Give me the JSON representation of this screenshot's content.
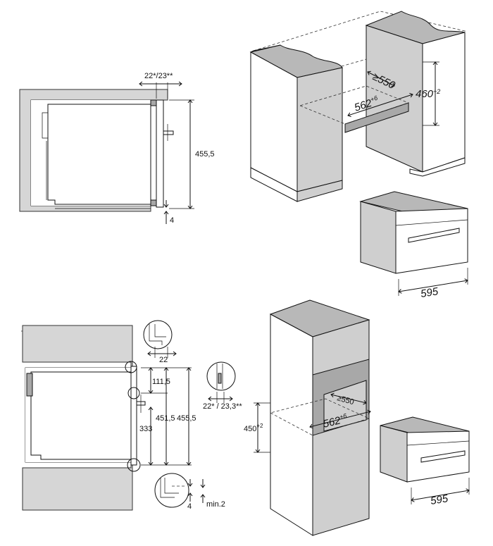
{
  "diagram_top_section": {
    "d1_label": "22*/23**",
    "d2_label": "455,5",
    "d3_label": "4"
  },
  "diagram_top_iso": {
    "depth_label": "≥550",
    "width_label": "562",
    "width_tol": "+6",
    "height_label": "460",
    "height_tol": "+2",
    "appliance_width": "595"
  },
  "diagram_bottom_section": {
    "d1_label": "22",
    "d2_label": "111,5",
    "d3_label": "451,5",
    "d4_label": "455,5",
    "d5_label": "333",
    "d6_label": "22* / 23,3**",
    "d7_label": "4",
    "d8_label": "min.2"
  },
  "diagram_bottom_iso": {
    "depth_label": "≥550",
    "width_label": "562",
    "width_tol": "+6",
    "height_label": "450",
    "height_tol": "+2",
    "appliance_width": "595"
  }
}
